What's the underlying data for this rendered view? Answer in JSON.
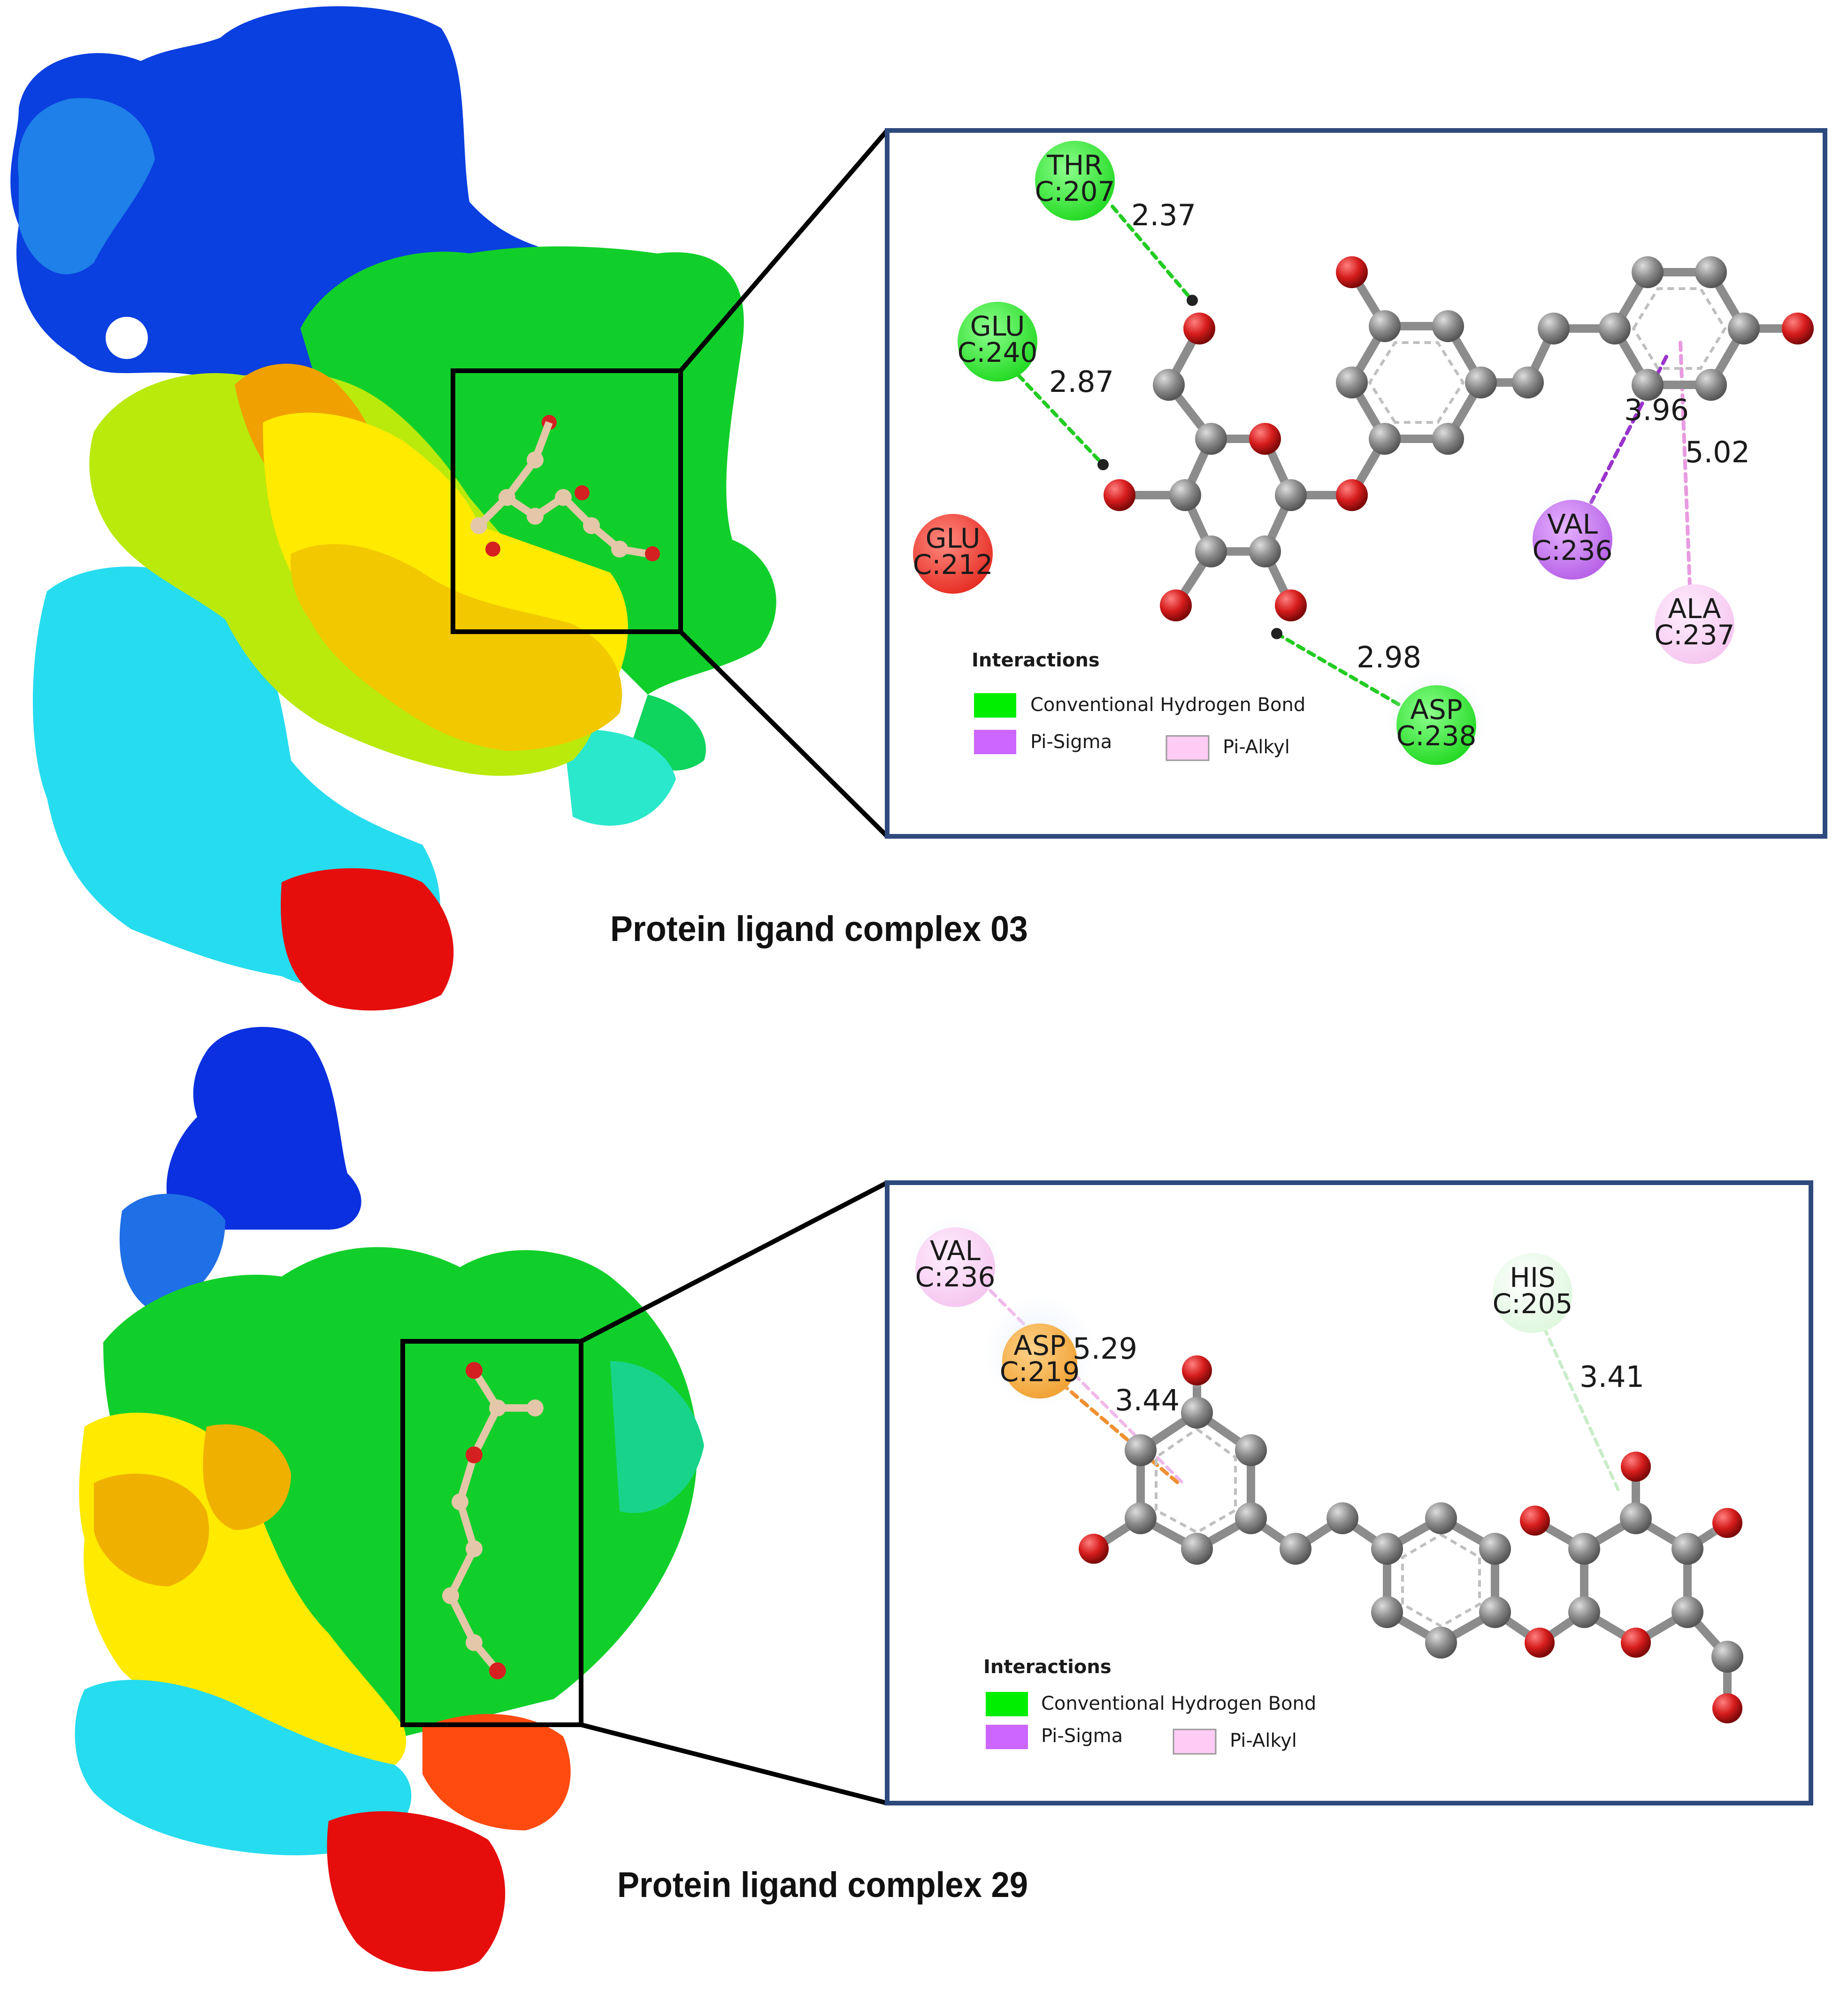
{
  "panels": [
    {
      "caption": "Protein ligand complex 03",
      "legend": {
        "title": "Interactions",
        "items": [
          {
            "label": "Conventional Hydrogen Bond",
            "color": "#00ee00"
          },
          {
            "label": "Pi-Sigma",
            "color": "#cc66ff"
          },
          {
            "label": "Pi-Alkyl",
            "color": "#ffccf5"
          }
        ]
      },
      "residues": [
        {
          "name": "THR",
          "id": "C:207",
          "type": "hbond"
        },
        {
          "name": "GLU",
          "id": "C:240",
          "type": "hbond"
        },
        {
          "name": "GLU",
          "id": "C:212",
          "type": "unfavorable"
        },
        {
          "name": "ASP",
          "id": "C:238",
          "type": "hbond"
        },
        {
          "name": "VAL",
          "id": "C:236",
          "type": "pi-sigma"
        },
        {
          "name": "ALA",
          "id": "C:237",
          "type": "pi-alkyl"
        }
      ],
      "distances": [
        "2.37",
        "2.87",
        "2.98",
        "3.96",
        "5.02"
      ]
    },
    {
      "caption": "Protein ligand complex 29",
      "legend": {
        "title": "Interactions",
        "items": [
          {
            "label": "Conventional Hydrogen Bond",
            "color": "#00ee00"
          },
          {
            "label": "Pi-Sigma",
            "color": "#cc66ff"
          },
          {
            "label": "Pi-Alkyl",
            "color": "#ffccf5"
          }
        ]
      },
      "residues": [
        {
          "name": "VAL",
          "id": "C:236",
          "type": "pi-alkyl"
        },
        {
          "name": "ASP",
          "id": "C:219",
          "type": "pi-anion"
        },
        {
          "name": "HIS",
          "id": "C:205",
          "type": "carbon-hbond"
        }
      ],
      "distances": [
        "5.29",
        "3.44",
        "3.41"
      ]
    }
  ],
  "colors": {
    "frame": "#2e4a7d",
    "hbond": "#22cc22",
    "pi_sigma": "#9933cc",
    "pi_alkyl": "#e89ae0",
    "atom_c": "#8c8c8c",
    "atom_o": "#d42020"
  }
}
